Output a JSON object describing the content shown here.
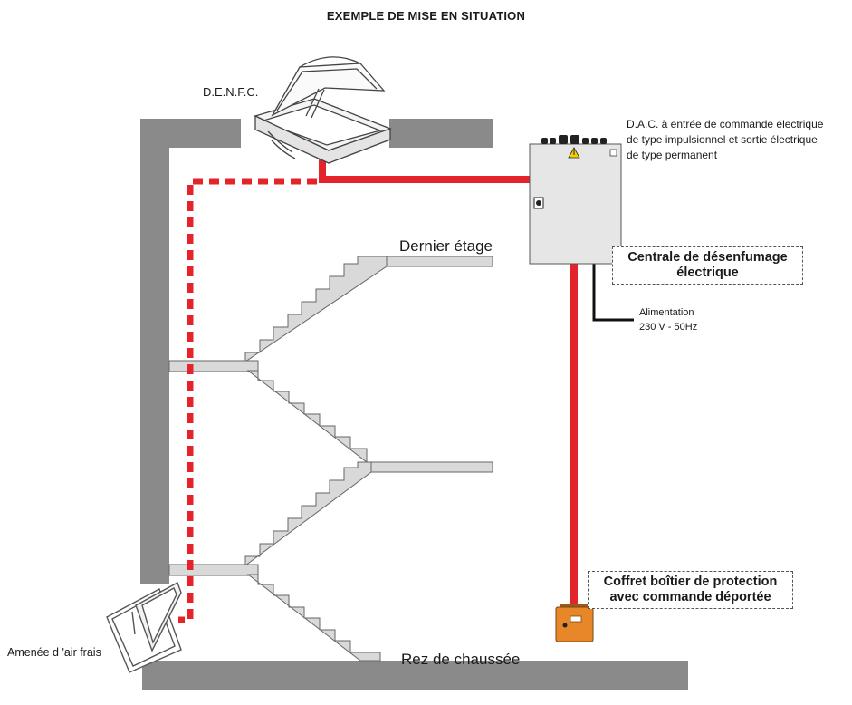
{
  "title": "EXEMPLE DE MISE EN SITUATION",
  "labels": {
    "denfc": "D.E.N.F.C.",
    "dac_line1": "D.A.C. à entrée de commande électrique",
    "dac_line2": "de type impulsionnel et sortie électrique",
    "dac_line3": "de type permanent",
    "centrale_line1": "Centrale de désenfumage",
    "centrale_line2": "électrique",
    "alimentation_line1": "Alimentation",
    "alimentation_line2": "230 V - 50Hz",
    "dernier_etage": "Dernier étage",
    "rez_de_chaussee": "Rez de chaussée",
    "amenee_air": "Amenée d 'air frais",
    "coffret_line1": "Coffret boîtier de protection",
    "coffret_line2": "avec commande déportée"
  },
  "colors": {
    "cable": "#e3242b",
    "wall": "#8a8a8a",
    "stair": "#d9d9d9",
    "cabinet": "#e6e6e6",
    "coffret": "#e8872a"
  },
  "icons": [
    "skylight-icon",
    "warning-icon",
    "fresh-air-window-icon",
    "cabinet-icon",
    "protection-box-icon"
  ]
}
